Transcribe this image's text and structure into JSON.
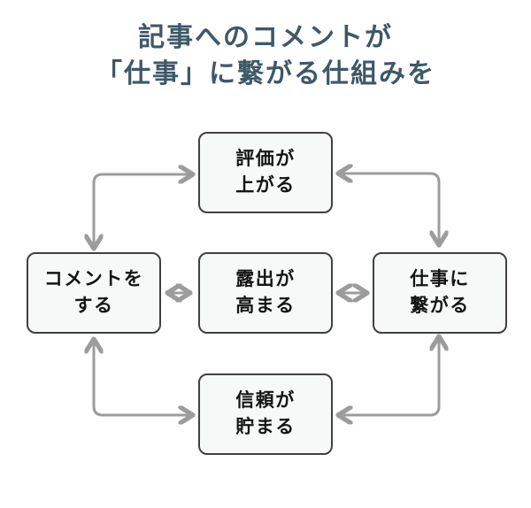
{
  "title": {
    "line1": "記事へのコメントが",
    "line2": "「仕事」に繋がる仕組みを"
  },
  "diagram": {
    "nodes": {
      "evaluation": {
        "line1": "評価が",
        "line2": "上がる"
      },
      "comment": {
        "line1": "コメントを",
        "line2": "する"
      },
      "exposure": {
        "line1": "露出が",
        "line2": "高まる"
      },
      "work": {
        "line1": "仕事に",
        "line2": "繋がる"
      },
      "trust": {
        "line1": "信頼が",
        "line2": "貯まる"
      }
    },
    "connections": [
      {
        "from": "comment",
        "to": "evaluation",
        "bidirectional": true,
        "style": "elbow"
      },
      {
        "from": "evaluation",
        "to": "work",
        "bidirectional": true,
        "style": "elbow"
      },
      {
        "from": "comment",
        "to": "trust",
        "bidirectional": true,
        "style": "elbow"
      },
      {
        "from": "trust",
        "to": "work",
        "bidirectional": true,
        "style": "elbow"
      },
      {
        "from": "comment",
        "to": "exposure",
        "bidirectional": true,
        "style": "straight"
      },
      {
        "from": "exposure",
        "to": "work",
        "bidirectional": true,
        "style": "straight"
      }
    ]
  },
  "colors": {
    "background": "#ffffff",
    "title": "#3e5867",
    "box_border": "#404040",
    "box_fill": "#f7f8f8",
    "box_text": "#141414",
    "arrow": "#9c9c9c"
  }
}
